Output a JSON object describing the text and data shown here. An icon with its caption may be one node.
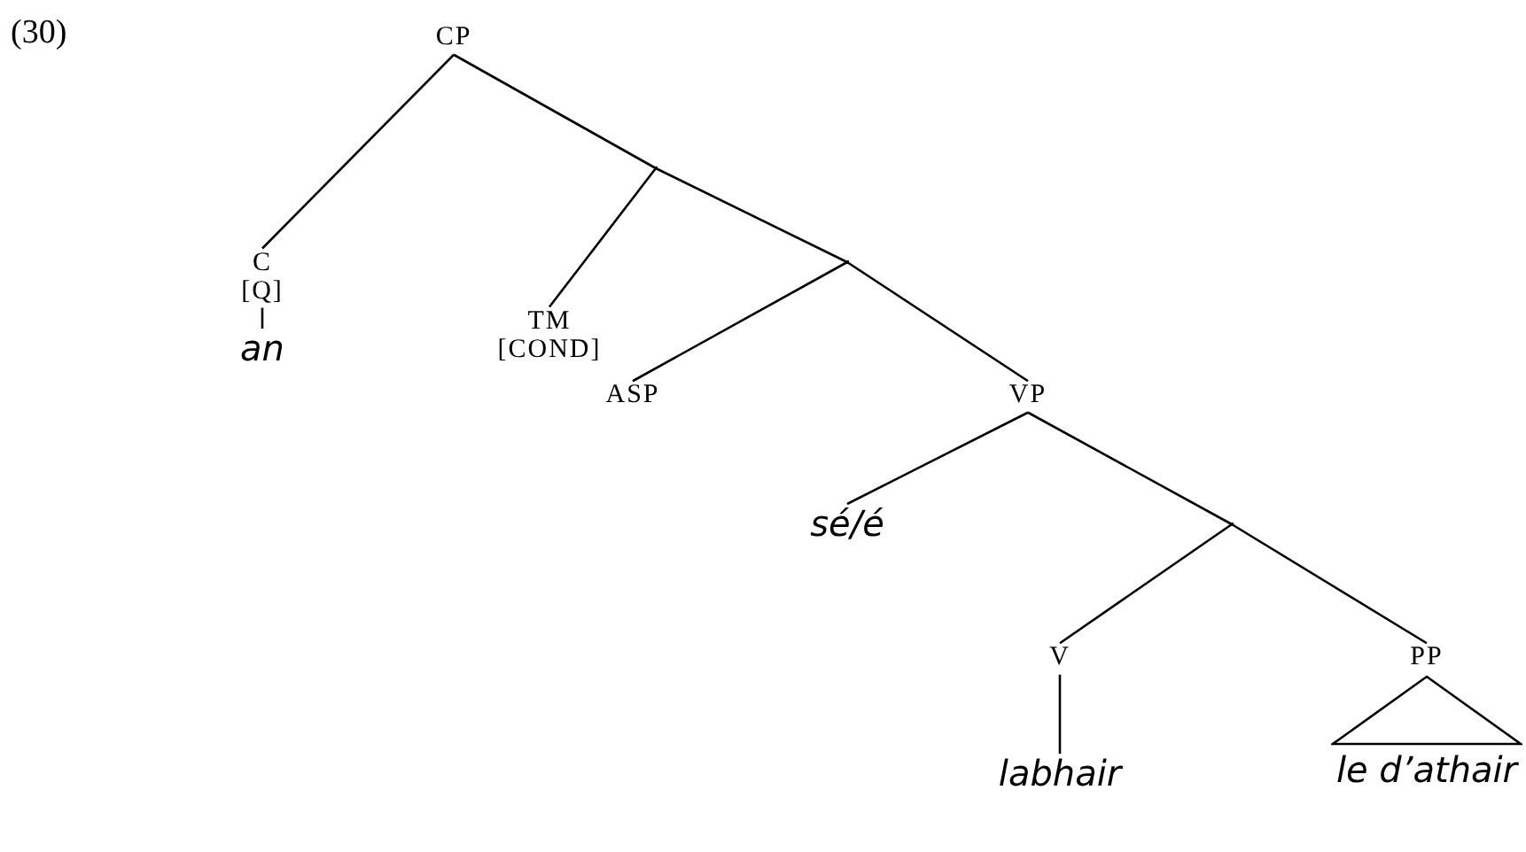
{
  "diagram": {
    "nodes": [
      {
        "text": [
          "CP"
        ]
      },
      {
        "text": [
          "C",
          "[Q]"
        ]
      },
      {
        "text": [],
        "shape": "point"
      },
      {
        "text": [
          "an"
        ]
      },
      {
        "text": [
          "TM",
          "[COND]"
        ]
      },
      {
        "text": [],
        "shape": "point"
      },
      {
        "text": [
          "ASP"
        ]
      },
      {
        "text": [
          "VP"
        ]
      },
      {
        "text": [
          "sé/é"
        ]
      },
      {
        "text": [],
        "shape": "point"
      },
      {
        "text": [
          "V"
        ]
      },
      {
        "text": [
          "PP"
        ]
      },
      {
        "text": [
          "labhair"
        ]
      },
      {
        "text": [],
        "shape": "triangle",
        "beside": [
          "le d’athair"
        ]
      }
    ],
    "edges": [
      {
        "from": 0,
        "to": 1,
        "arrow": "none"
      },
      {
        "from": 0,
        "to": 2,
        "arrow": "none"
      },
      {
        "from": 1,
        "to": 3,
        "arrow": "none"
      },
      {
        "from": 2,
        "to": 4,
        "arrow": "none"
      },
      {
        "from": 2,
        "to": 5,
        "arrow": "none"
      },
      {
        "from": 5,
        "to": 6,
        "arrow": "none"
      },
      {
        "from": 5,
        "to": 7,
        "arrow": "none"
      },
      {
        "from": 7,
        "to": 8,
        "arrow": "none"
      },
      {
        "from": 7,
        "to": 9,
        "arrow": "none"
      },
      {
        "from": 9,
        "to": 10,
        "arrow": "none"
      },
      {
        "from": 9,
        "to": 11,
        "arrow": "none"
      },
      {
        "from": 10,
        "to": 12,
        "arrow": "none"
      }
    ],
    "labels": [
      "(30)"
    ]
  }
}
